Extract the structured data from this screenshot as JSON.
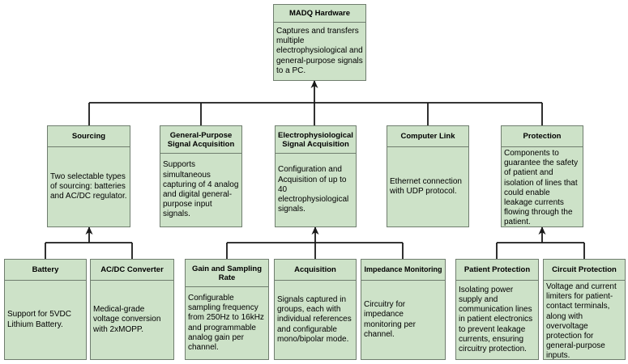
{
  "diagram": {
    "root": {
      "title": "MADQ Hardware",
      "body": "Captures and transfers multiple electrophysiological and general-purpose signals to a PC."
    },
    "modules": [
      {
        "title": "Sourcing",
        "body": "Two selectable types of sourcing: batteries and AC/DC regulator.",
        "children": [
          {
            "title": "Battery",
            "body": "Support for 5VDC Lithium Battery."
          },
          {
            "title": "AC/DC Converter",
            "body": "Medical-grade voltage conversion with 2xMOPP."
          }
        ]
      },
      {
        "title": "General-Purpose Signal Acquisition",
        "body": "Supports simultaneous capturing of 4 analog and digital general-purpose input signals.",
        "children": []
      },
      {
        "title": "Electrophysiological Signal Acquisition",
        "body": "Configuration and Acquisition of up to 40 electrophysiological signals.",
        "children": [
          {
            "title": "Gain and Sampling Rate",
            "body": "Configurable sampling frequency from 250Hz to 16kHz and programmable analog gain per channel."
          },
          {
            "title": "Acquisition",
            "body": "Signals captured in groups, each with individual references and configurable mono/bipolar mode."
          },
          {
            "title": "Impedance Monitoring",
            "body": "Circuitry for impedance monitoring per channel."
          }
        ]
      },
      {
        "title": "Computer Link",
        "body": "Ethernet connection with UDP protocol.",
        "children": []
      },
      {
        "title": "Protection",
        "body": "Components to guarantee the safety of patient and isolation of lines that could enable leakage currents flowing through the patient.",
        "children": [
          {
            "title": "Patient Protection",
            "body": "Isolating power supply and communication lines in patient electronics to prevent leakage currents, ensuring circuitry protection."
          },
          {
            "title": "Circuit Protection",
            "body": "Voltage and current limiters for patient-contact terminals, along with overvoltage protection for general-purpose inputs."
          }
        ]
      }
    ]
  },
  "colors": {
    "node_fill": "#cde2c8",
    "node_border": "#6f7d6e",
    "connector": "#1a1a1a",
    "text": "#000000",
    "background": "#ffffff"
  }
}
